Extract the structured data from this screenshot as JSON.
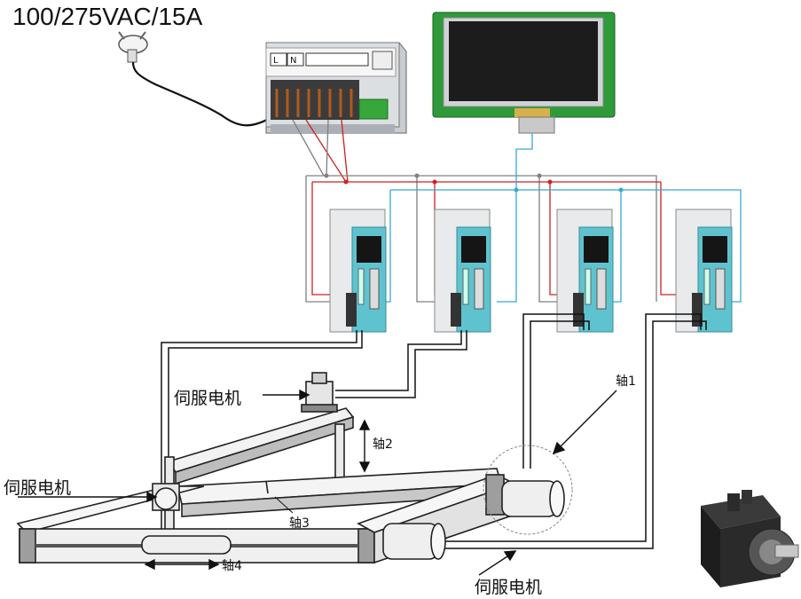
{
  "power_spec": "100/275VAC/15A",
  "labels": {
    "servo_motor_top": "伺服电机",
    "servo_motor_left": "伺服电机",
    "servo_motor_bottom": "伺服电机",
    "axis1": "轴1",
    "axis2": "轴2",
    "axis3": "轴3",
    "axis4": "轴4"
  },
  "psu_terminals": [
    "L",
    "N"
  ],
  "colors": {
    "power_wire": "#d02020",
    "ground_wire": "#808080",
    "signal_wire": "#36a9d4",
    "driver_body": "#5fc3cf",
    "driver_panel": "#e8eaec",
    "hmi_bezel": "#2f9a3a",
    "hmi_screen": "#1c1c1c"
  }
}
